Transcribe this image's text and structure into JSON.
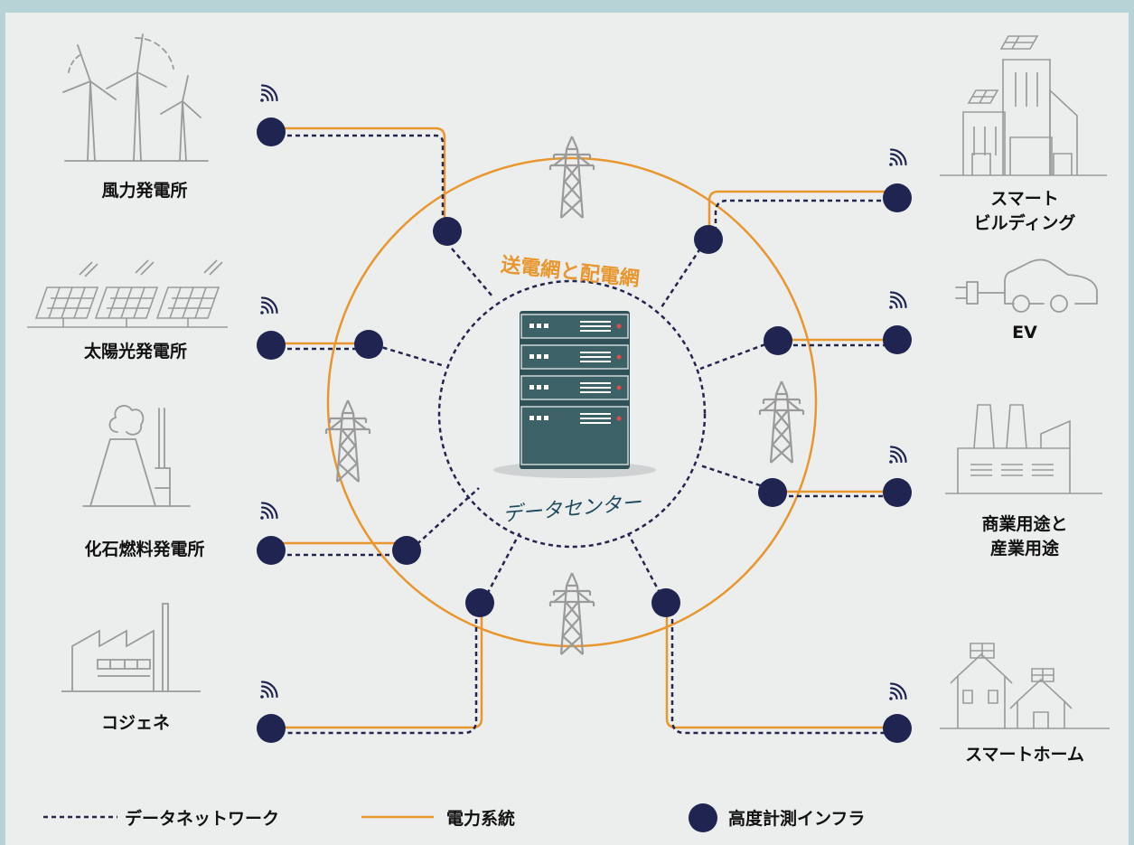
{
  "colors": {
    "background": "#eceeee",
    "border": "#b7d3d6",
    "power_line": "#e8962e",
    "data_line": "#22264e",
    "meter_node": "#1f2450",
    "icon_stroke": "#9a9a9a",
    "server_body": "#2f5157",
    "center_label": "#1f4a5e",
    "ring_label": "#e8962e"
  },
  "diagram": {
    "center_label": "データセンター",
    "ring_label": "送電網と配電網",
    "sources": [
      {
        "icon": "wind-turbine-icon",
        "label": "風力発電所"
      },
      {
        "icon": "solar-panel-icon",
        "label": "太陽光発電所"
      },
      {
        "icon": "fossil-power-plant-icon",
        "label": "化石燃料発電所"
      },
      {
        "icon": "factory-icon",
        "label": "コジェネ"
      }
    ],
    "consumers": [
      {
        "icon": "smart-building-icon",
        "label": "スマート\nビルディング"
      },
      {
        "icon": "ev-car-icon",
        "label": "EV"
      },
      {
        "icon": "industrial-building-icon",
        "label": "商業用途と\n産業用途"
      },
      {
        "icon": "smart-home-icon",
        "label": "スマートホーム"
      }
    ]
  },
  "legend": {
    "data_network": "データネットワーク",
    "power_system": "電力系統",
    "ami": "高度計測インフラ"
  }
}
